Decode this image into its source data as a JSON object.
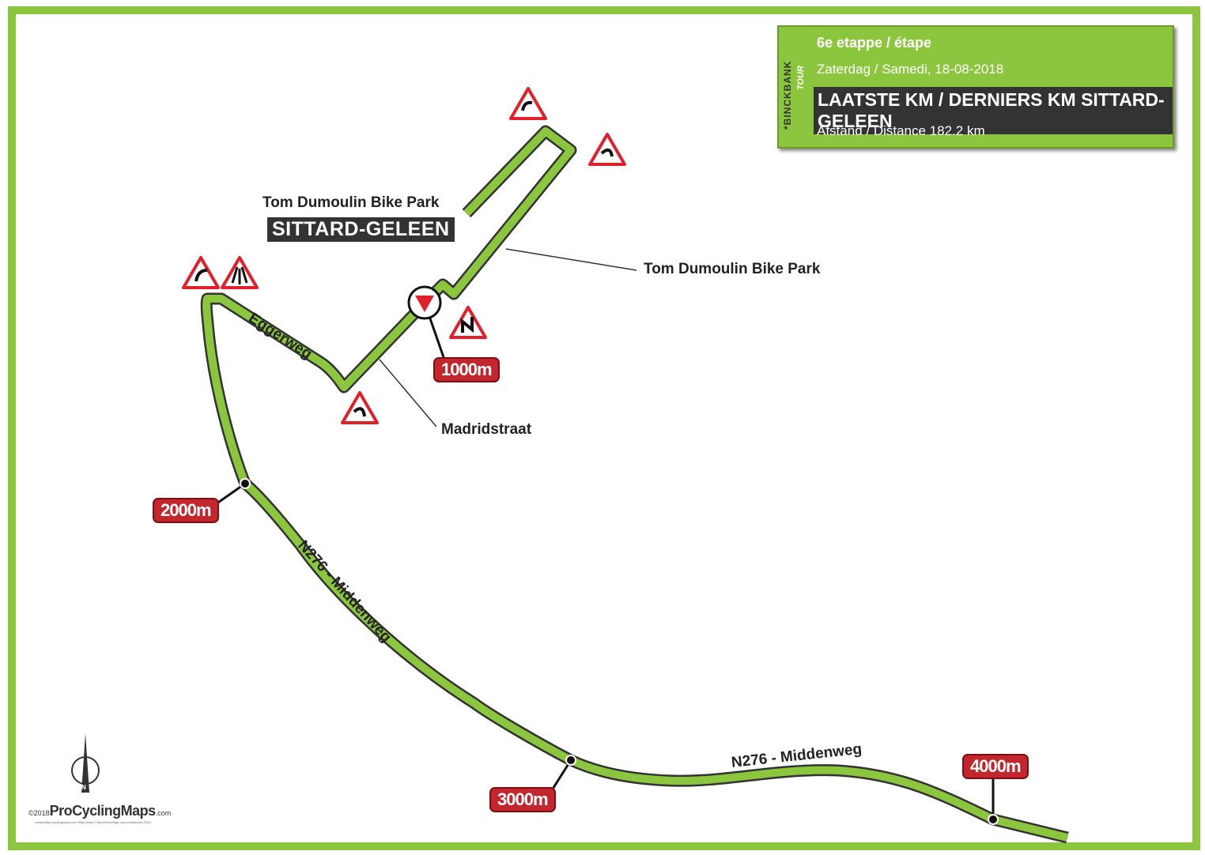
{
  "header": {
    "stage": "6e etappe / étape",
    "date": "Zaterdag / Samedi, 18-08-2018",
    "title": "LAATSTE KM / DERNIERS KM SITTARD-GELEEN",
    "distance": "Afstand / Distance 182.2 km",
    "brand": "*BINCKBANK",
    "brand_sub": "TOUR"
  },
  "finish": {
    "label": "Tom Dumoulin Bike Park",
    "city": "SITTARD-GELEEN"
  },
  "streets": {
    "bike_park": "Tom Dumoulin Bike Park",
    "eggerweg": "Eggerweg",
    "madridstraat": "Madridstraat",
    "middenweg1": "N276 - Middenweg",
    "middenweg2": "N276 - Middenweg"
  },
  "markers": {
    "m1000": "1000m",
    "m2000": "2000m",
    "m3000": "3000m",
    "m4000": "4000m"
  },
  "footer": {
    "copyright": "©2018",
    "logo": "ProCyclingMaps",
    "logo_suffix": ".com",
    "credits": "contact@procyclingmaps.com /Map Data © OpenStreetMap and contributors ODbL",
    "compass": "N"
  },
  "colors": {
    "route": "#8cc63f",
    "marker": "#c1272d",
    "warning": "#e0202a"
  }
}
